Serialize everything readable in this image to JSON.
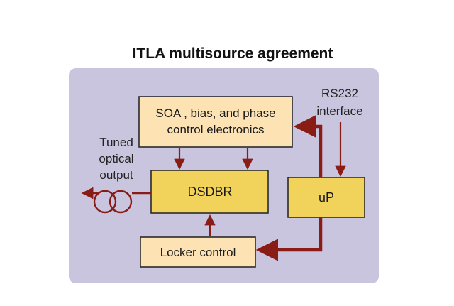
{
  "title": "ITLA multisource agreement",
  "blocks": {
    "soa": {
      "line1": "SOA , bias, and phase",
      "line2": "control electronics"
    },
    "dsdbr": {
      "label": "DSDBR"
    },
    "up": {
      "label": "uP"
    },
    "locker": {
      "label": "Locker control"
    }
  },
  "labels": {
    "rs232_line1": "RS232",
    "rs232_line2": "interface",
    "output_line1": "Tuned",
    "output_line2": "optical",
    "output_line3": "output"
  },
  "colors": {
    "panel": "#c9c5de",
    "box_light": "#fde3b4",
    "box_dark": "#f1d25a",
    "box_border": "#2a2a2a",
    "arrow": "#8a1c16"
  }
}
